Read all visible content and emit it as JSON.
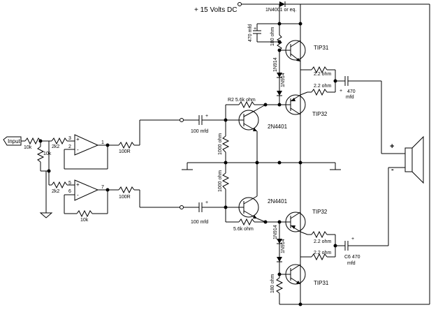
{
  "title": "+ 15 Volts DC",
  "input_label": "Input",
  "labels": {
    "diode_top": "1N4001 or eq.",
    "cap_470_left": "470 mfd",
    "r_180_top": "180 ohm",
    "q_tip31_top": "TIP31",
    "d_1n914_a": "1N914",
    "d_1n914_b": "1N914",
    "r_22_a": "2.2 ohm",
    "r_22_b": "2.2 ohm",
    "cap_out_top_plus": "+",
    "cap_out_top_val": "470",
    "cap_out_top_unit": "mfd",
    "r2": "R2 5.6k ohm",
    "q_tip32_top": "TIP32",
    "cap_100_top": "100 mfd",
    "q_2n4401_top": "2N4401",
    "r_1000_top": "1000 ohm",
    "r_1000_bot": "1000 ohm",
    "q_2n4401_bot": "2N4401",
    "cap_100_bot": "100 mfd",
    "r_56k_bot": "5.6k ohm",
    "q_tip32_bot": "TIP32",
    "d_1n914_c": "1N914",
    "d_1n914_d": "1N914",
    "r_22_c": "2.2 ohm",
    "r_22_d": "2.2 ohm",
    "cap_c6": "C6 470",
    "cap_c6_unit": "mfd",
    "r_180_bot": "180 ohm",
    "q_tip31_bot": "TIP31",
    "r_10k_in": "10k",
    "r_10k_gnd": "10k",
    "r_2k2_a": "2k2",
    "r_2k2_b": "2k2",
    "r_100r_a": "100R",
    "r_100r_b": "100R",
    "r_10k_fb": "10k",
    "pin3": "3",
    "pin2": "2",
    "pin1": "1",
    "pin5": "5",
    "pin6": "6",
    "pin7": "7",
    "plus_a": "+",
    "minus_a": "-",
    "plus_b": "+",
    "minus_b": "-",
    "cap_plus_a": "+",
    "cap_plus_b": "+",
    "spk_plus": "+",
    "spk_minus": "-",
    "cap_plus_c": "+",
    "cap_plus_d": "+"
  }
}
